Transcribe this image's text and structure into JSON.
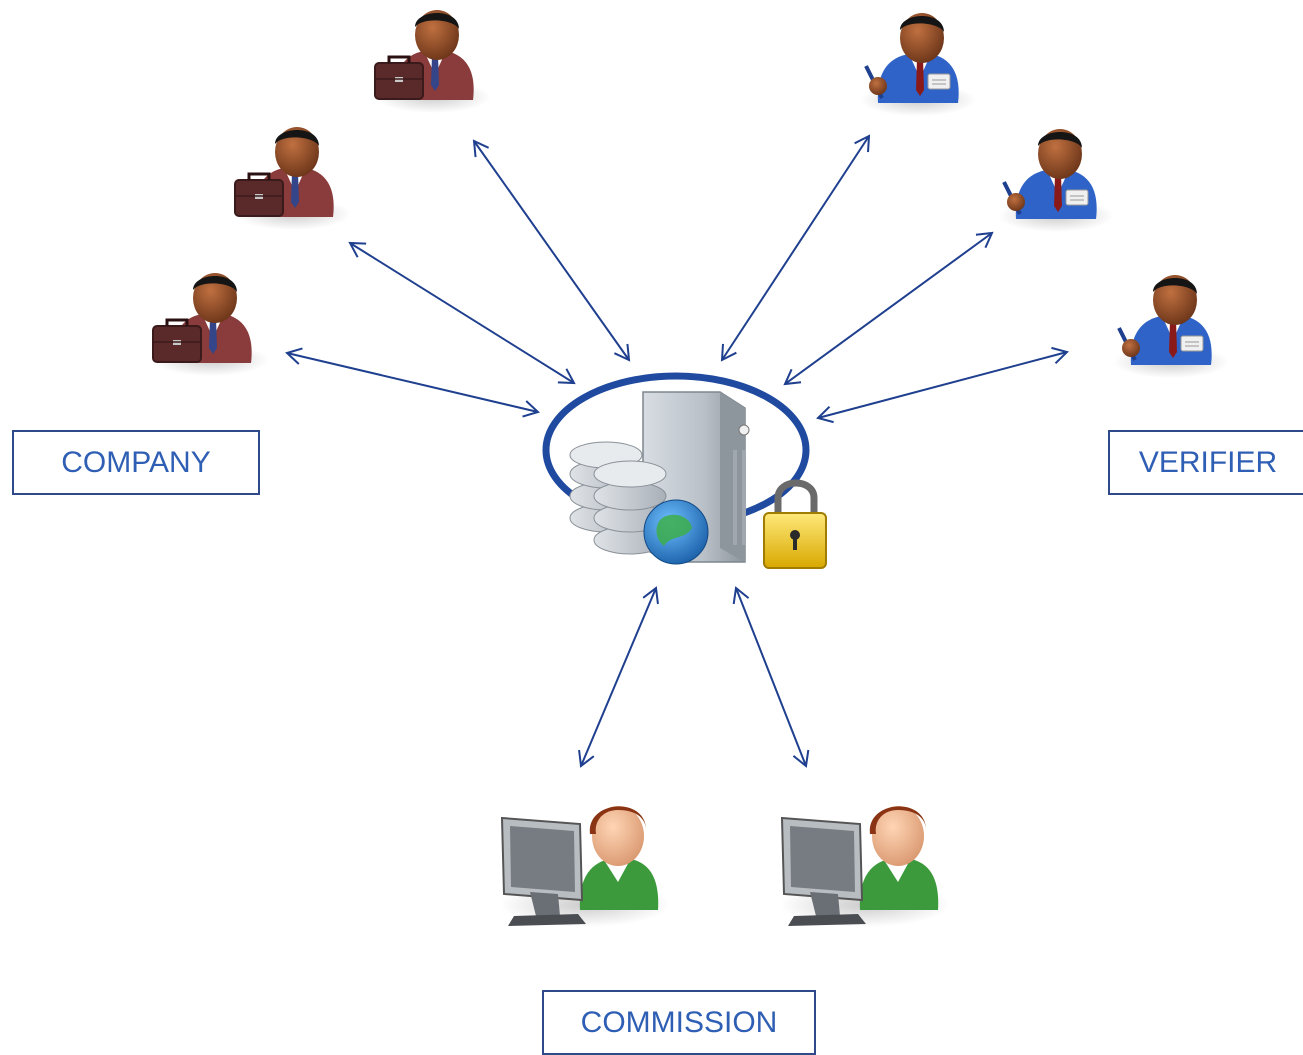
{
  "labels": {
    "company": "COMPANY",
    "verifier": "VERIFIER",
    "commission": "COMMISSION"
  },
  "colors": {
    "arrow": "#1f3f8f",
    "label_border": "#2f4a8a",
    "label_text": "#2f5fb4",
    "server_ring": "#1f4aa0",
    "company_suit": "#8a3b3b",
    "verifier_suit": "#2f63c8",
    "commission_shirt": "#3c9a3c",
    "skin": "#8a4a2a"
  },
  "icons": {
    "server": "database-server-icon",
    "company_user": "businessman-briefcase-icon",
    "verifier_user": "inspector-badge-icon",
    "commission_user": "computer-user-icon"
  }
}
